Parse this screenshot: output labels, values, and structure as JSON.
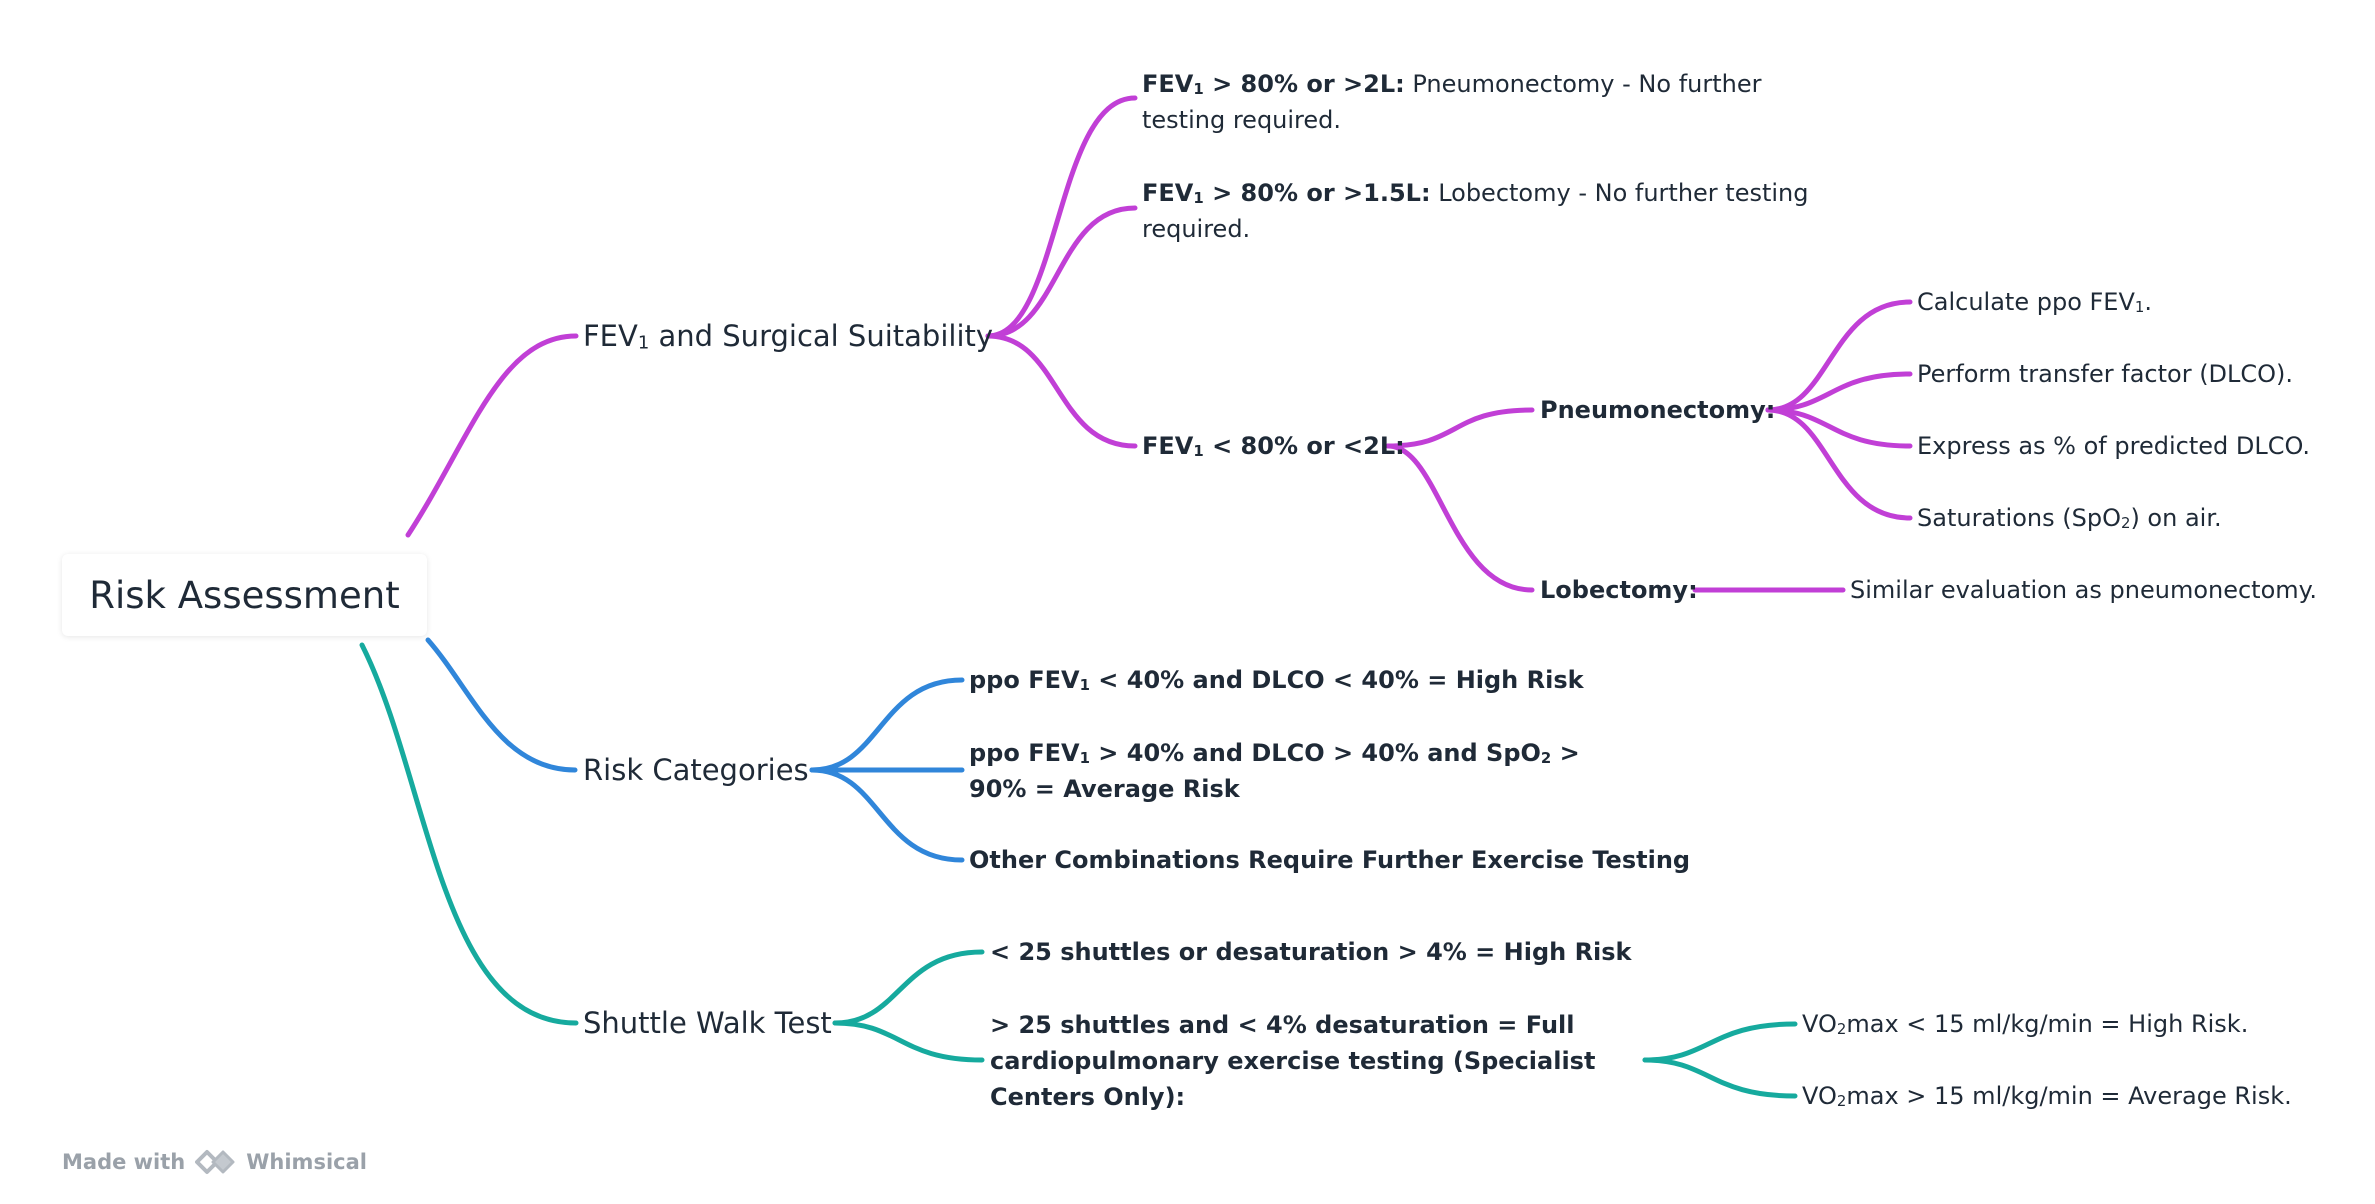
{
  "colors": {
    "fev1": "#c13fd6",
    "risk": "#3086da",
    "shuttle": "#16aa9e",
    "text": "#1f2a37"
  },
  "root": {
    "label": "Risk Assessment"
  },
  "branches": {
    "fev1": {
      "label_main": "FEV",
      "label_sub": "1",
      "label_rest": " and Surgical Suitability",
      "pneumonectomy_ok": {
        "b1": "FEV",
        "bs": "1",
        "b2": " > 80% or >2L:",
        "text": " Pneumonectomy - No further testing required."
      },
      "lobectomy_ok": {
        "b1": "FEV",
        "bs": "1",
        "b2": " > 80% or >1.5L:",
        "text": " Lobectomy - No further testing required."
      },
      "below": {
        "b1": "FEV",
        "bs": "1",
        "b2": " < 80% or <2L:",
        "pneumonectomy": {
          "label": "Pneumonectomy:",
          "items": {
            "calc": {
              "t1": "Calculate ppo FEV",
              "ts": "1",
              "t2": "."
            },
            "transfer": "Perform transfer factor (DLCO).",
            "express": "Express as % of predicted DLCO.",
            "sat": {
              "t1": "Saturations (SpO",
              "ts": "2",
              "t2": ") on air."
            }
          }
        },
        "lobectomy": {
          "label": "Lobectomy:",
          "similar": "Similar evaluation as pneumonectomy."
        }
      }
    },
    "risk": {
      "label": "Risk Categories",
      "high": {
        "t1": "ppo FEV",
        "ts": "1",
        "t2": " < 40% and DLCO < 40% = High Risk"
      },
      "average": {
        "t1": "ppo FEV",
        "ts1": "1",
        "t2": " > 40% and DLCO > 40% and SpO",
        "ts2": "2",
        "t3": " > 90% = Average Risk"
      },
      "other": "Other Combinations Require Further Exercise Testing"
    },
    "shuttle": {
      "label": "Shuttle Walk Test",
      "high": "< 25 shuttles or desaturation > 4% = High Risk",
      "full": {
        "label": "> 25 shuttles and < 4% desaturation = Full cardiopulmonary exercise testing (Specialist Centers Only):",
        "vo2_high": {
          "t1": "VO",
          "ts": "2",
          "t2": "max < 15 ml/kg/min = High Risk."
        },
        "vo2_avg": {
          "t1": "VO",
          "ts": "2",
          "t2": "max > 15 ml/kg/min = Average Risk."
        }
      }
    }
  },
  "footer": {
    "made_with": "Made with",
    "brand": "Whimsical"
  }
}
